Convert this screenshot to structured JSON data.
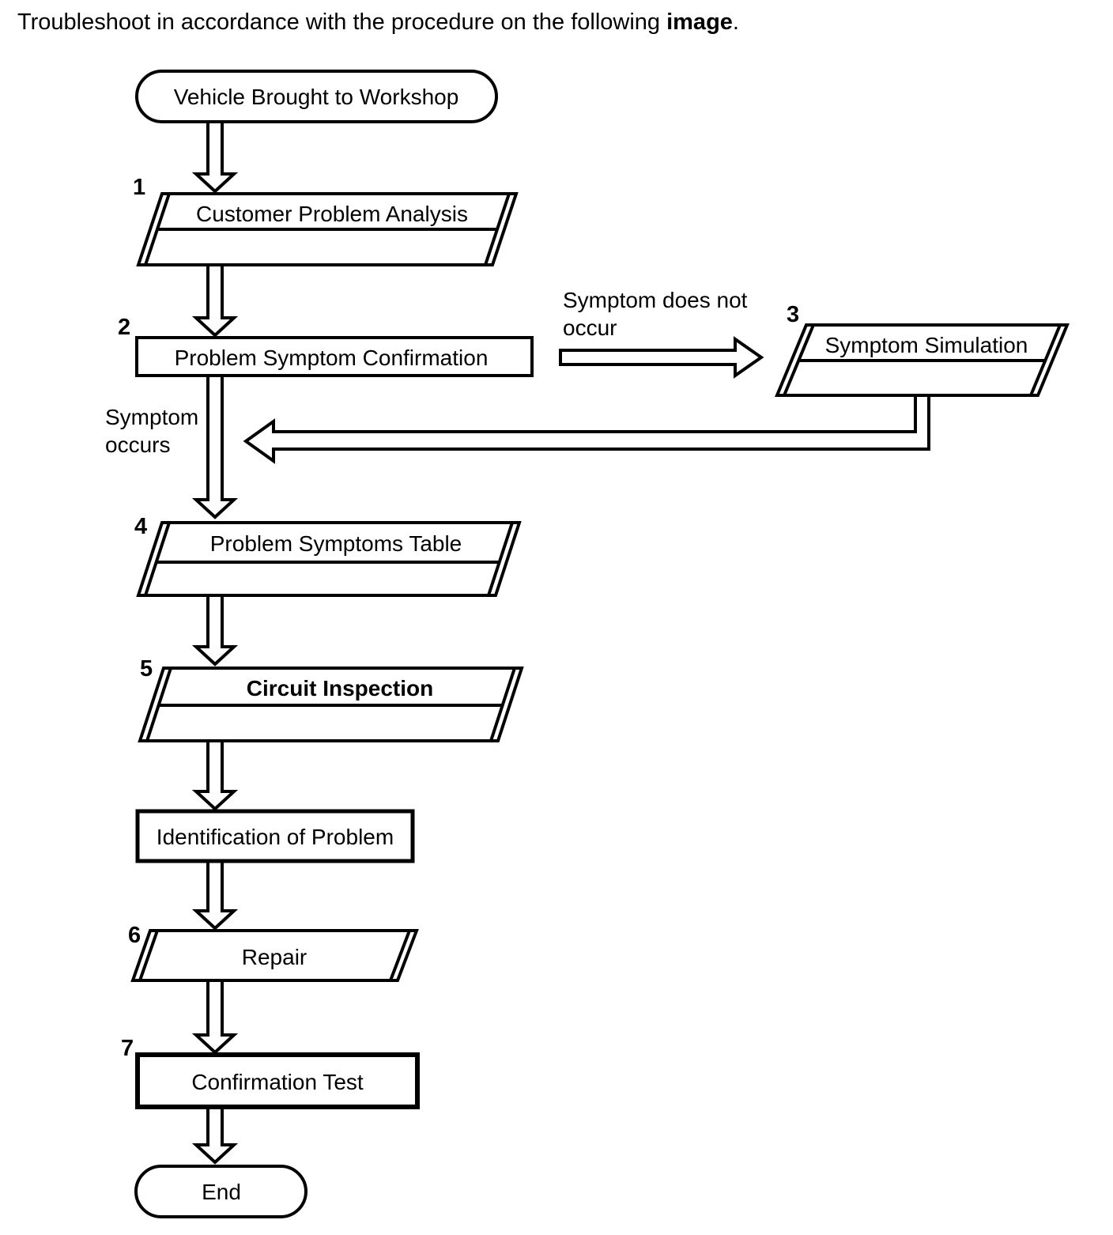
{
  "title": {
    "prefix": "Troubleshoot in accordance with the procedure on the following ",
    "emphasis": "image",
    "suffix": "."
  },
  "flowchart": {
    "start_label": "Vehicle Brought to Workshop",
    "end_label": "End",
    "identification_label": "Identification of Problem",
    "steps": {
      "s1": {
        "num": "1",
        "label": "Customer Problem Analysis"
      },
      "s2": {
        "num": "2",
        "label": "Problem Symptom Confirmation"
      },
      "s3": {
        "num": "3",
        "label": "Symptom Simulation"
      },
      "s4": {
        "num": "4",
        "label": "Problem Symptoms Table"
      },
      "s5": {
        "num": "5",
        "label": "Circuit Inspection"
      },
      "s6": {
        "num": "6",
        "label": "Repair"
      },
      "s7": {
        "num": "7",
        "label": "Confirmation Test"
      }
    },
    "branch_not_occur": {
      "line1": "Symptom does not",
      "line2": "occur"
    },
    "branch_occur": {
      "line1": "Symptom",
      "line2": "occurs"
    },
    "colors": {
      "line": "#000000",
      "fill": "#ffffff"
    }
  }
}
